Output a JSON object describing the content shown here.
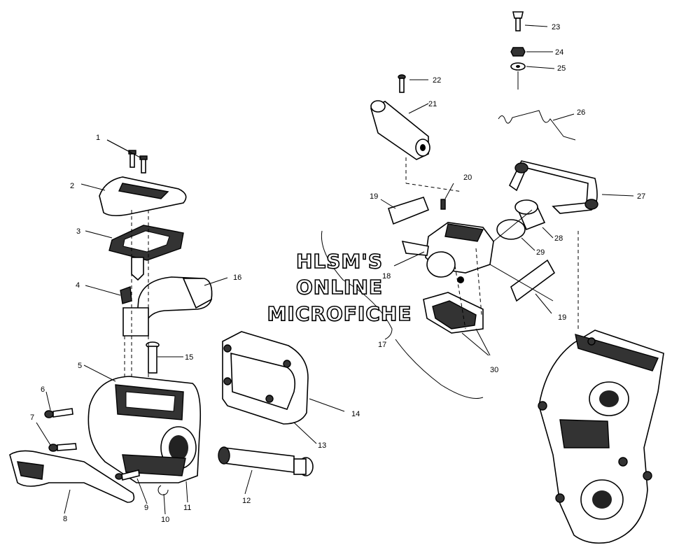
{
  "watermark": {
    "line1": "HLSM'S",
    "line2": "ONLINE",
    "line3": "MICROFICHE"
  },
  "callouts": [
    {
      "id": "c1",
      "label": "1"
    },
    {
      "id": "c2",
      "label": "2"
    },
    {
      "id": "c3",
      "label": "3"
    },
    {
      "id": "c4",
      "label": "4"
    },
    {
      "id": "c5",
      "label": "5"
    },
    {
      "id": "c6",
      "label": "6"
    },
    {
      "id": "c7",
      "label": "7"
    },
    {
      "id": "c8",
      "label": "8"
    },
    {
      "id": "c9",
      "label": "9"
    },
    {
      "id": "c10",
      "label": "10"
    },
    {
      "id": "c11",
      "label": "11"
    },
    {
      "id": "c12",
      "label": "12"
    },
    {
      "id": "c13",
      "label": "13"
    },
    {
      "id": "c14",
      "label": "14"
    },
    {
      "id": "c15",
      "label": "15"
    },
    {
      "id": "c16",
      "label": "16"
    },
    {
      "id": "c17",
      "label": "17"
    },
    {
      "id": "c18",
      "label": "18"
    },
    {
      "id": "c19a",
      "label": "19"
    },
    {
      "id": "c19b",
      "label": "19"
    },
    {
      "id": "c20",
      "label": "20"
    },
    {
      "id": "c21",
      "label": "21"
    },
    {
      "id": "c22",
      "label": "22"
    },
    {
      "id": "c23",
      "label": "23"
    },
    {
      "id": "c24",
      "label": "24"
    },
    {
      "id": "c25",
      "label": "25"
    },
    {
      "id": "c26",
      "label": "26"
    },
    {
      "id": "c27",
      "label": "27"
    },
    {
      "id": "c28",
      "label": "28"
    },
    {
      "id": "c29",
      "label": "29"
    },
    {
      "id": "c30",
      "label": "30"
    }
  ]
}
